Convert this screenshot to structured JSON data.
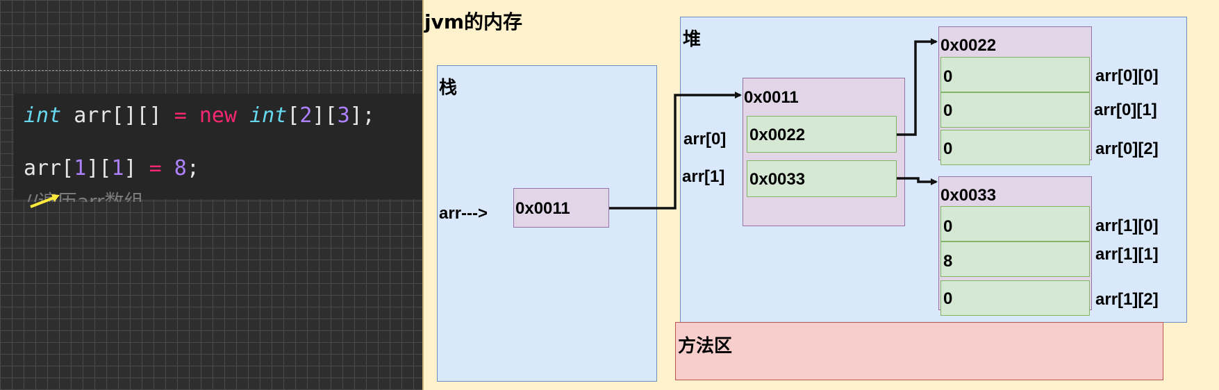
{
  "code": {
    "line1": {
      "t1": "int",
      "t2": " arr[][] ",
      "t3": "=",
      "t4": " new ",
      "t5": "int",
      "t6": "[",
      "t7": "2",
      "t8": "][",
      "t9": "3",
      "t10": "];"
    },
    "line2": {
      "t1": "arr[",
      "t2": "1",
      "t3": "][",
      "t4": "1",
      "t5": "] ",
      "t6": "=",
      "t7": " ",
      "t8": "8",
      "t9": ";"
    },
    "ghost": "//遍历arr数组"
  },
  "diagram": {
    "title": "jvm的内存",
    "stack": {
      "label": "栈",
      "ref_label": "arr--->",
      "ref_value": "0x0011"
    },
    "heap": {
      "label": "堆",
      "outer": {
        "address": "0x0011",
        "cells": [
          "0x0022",
          "0x0033"
        ],
        "cell_labels": [
          "arr[0]",
          "arr[1]"
        ]
      },
      "row0": {
        "address": "0x0022",
        "values": [
          "0",
          "0",
          "0"
        ],
        "labels": [
          "arr[0][0]",
          "arr[0][1]",
          "arr[0][2]"
        ]
      },
      "row1": {
        "address": "0x0033",
        "values": [
          "0",
          "8",
          "0"
        ],
        "labels": [
          "arr[1][0]",
          "arr[1][1]",
          "arr[1][2]"
        ]
      }
    },
    "method_area": {
      "label": "方法区"
    }
  },
  "colors": {
    "stack_heap": "#dae8fc",
    "object": "#e1d5e7",
    "cell": "#d5e8d4",
    "method_area": "#f8cecc",
    "background": "#fff2cc"
  }
}
